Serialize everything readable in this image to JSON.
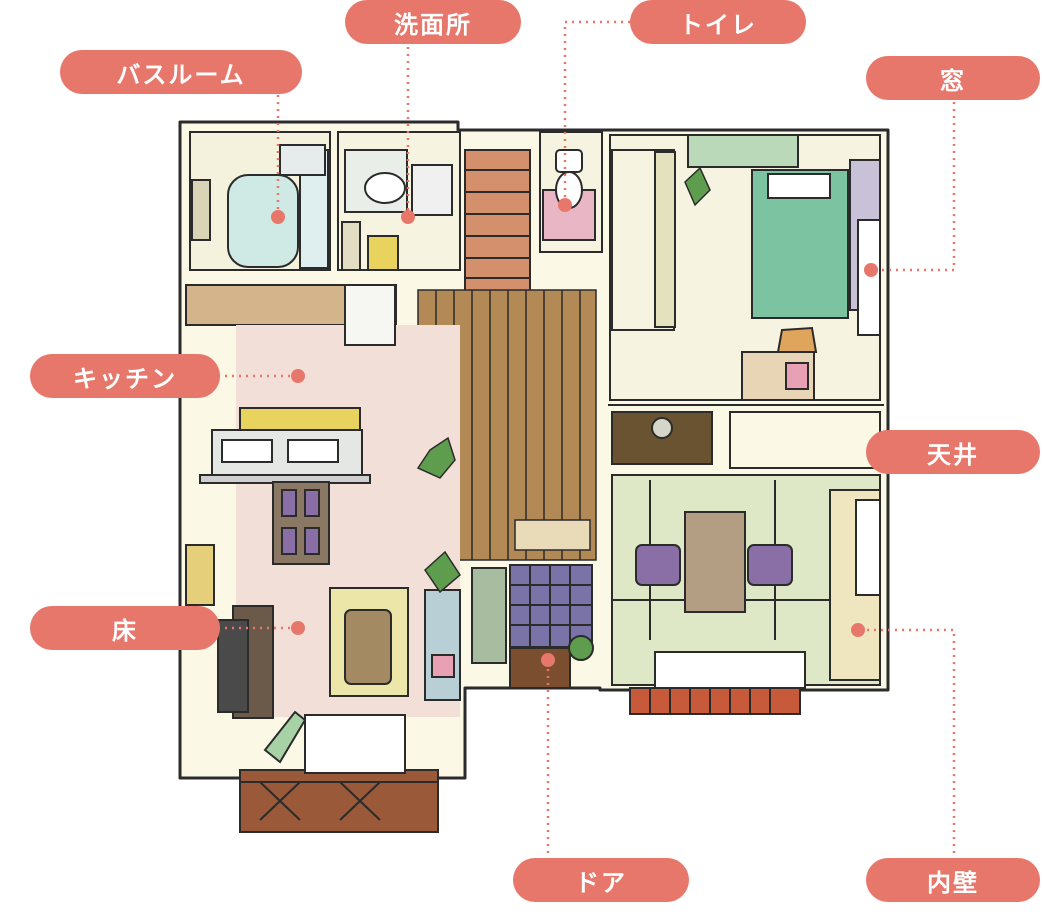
{
  "labels": {
    "senmenjo": "洗面所",
    "toilet": "トイレ",
    "bathroom": "バスルーム",
    "window": "窓",
    "kitchen": "キッチン",
    "ceiling": "天井",
    "floor": "床",
    "door": "ドア",
    "inner_wall": "内壁"
  },
  "colors": {
    "label_fill": "#e8776b",
    "label_text": "#ffffff",
    "leader_line": "#e8776b",
    "wall": "#fbf8e6",
    "outline": "#2b2b2b",
    "kitchen_floor": "#f1dfd8",
    "hall_floor": "#9c7a4a",
    "tatami": "#dfe8c6",
    "deck": "#9a5a3a",
    "bath": "#cfe9e4",
    "bed": "#7cc3a2",
    "cushion": "#8a6ea6"
  }
}
